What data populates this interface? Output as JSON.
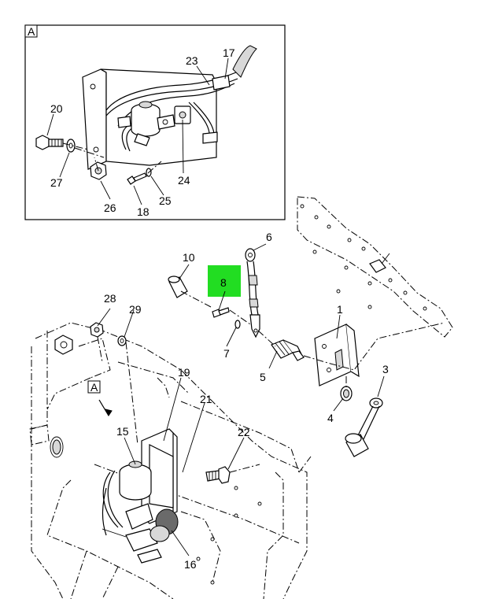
{
  "detail_view": {
    "label": "A",
    "callouts": [
      "17",
      "18",
      "20",
      "23",
      "24",
      "25",
      "26",
      "27"
    ]
  },
  "main_view": {
    "detail_ref": "A",
    "callouts": [
      "1",
      "3",
      "4",
      "5",
      "6",
      "7",
      "8",
      "10",
      "15",
      "16",
      "19",
      "21",
      "22",
      "28",
      "29"
    ],
    "highlighted": "8",
    "highlight_color": "#22dd22"
  }
}
